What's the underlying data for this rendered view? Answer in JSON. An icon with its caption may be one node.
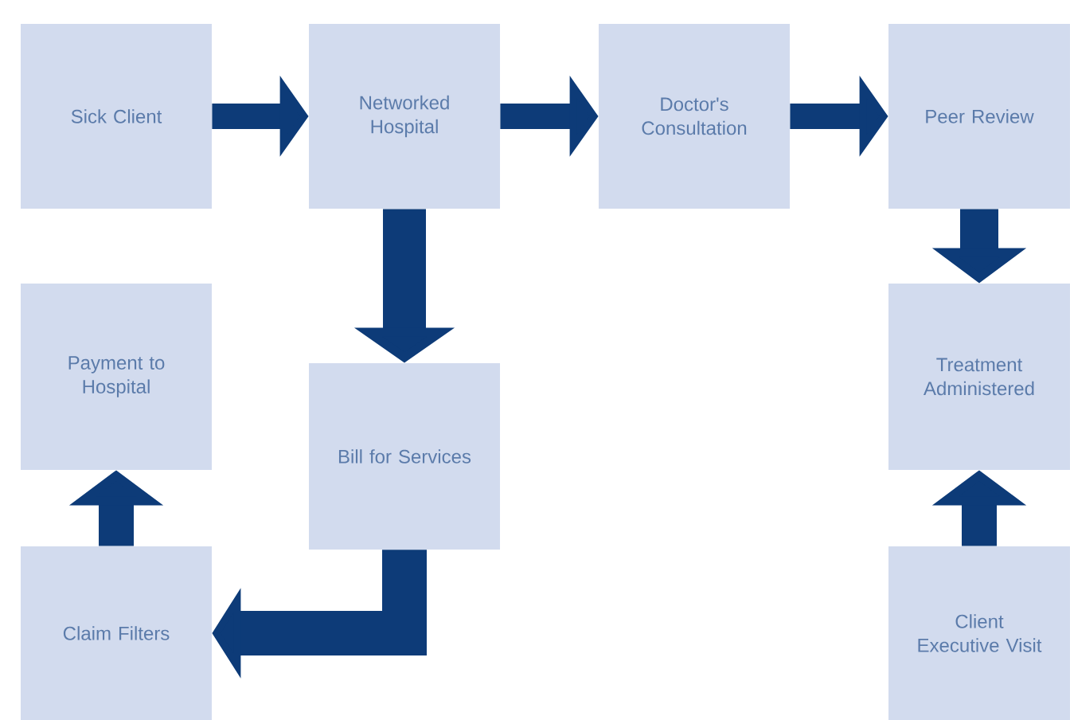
{
  "diagram": {
    "nodes": [
      {
        "text": [
          "Sick Client"
        ]
      },
      {
        "text": [
          "Networked Hospital"
        ]
      },
      {
        "text": [
          "Doctor's Consultation"
        ]
      },
      {
        "text": [
          "Peer Review"
        ]
      },
      {
        "text": [
          "Payment to Hospital"
        ]
      },
      {
        "text": [
          "Bill for Services"
        ]
      },
      {
        "text": [
          "Treatment Administered"
        ]
      },
      {
        "text": [
          "Claim Filters"
        ]
      },
      {
        "text": [
          "Client Executive Visit"
        ]
      }
    ],
    "edges": [
      {
        "from": 0,
        "to": 1,
        "arrow": "to"
      },
      {
        "from": 1,
        "to": 2,
        "arrow": "to"
      },
      {
        "from": 2,
        "to": 3,
        "arrow": "to"
      },
      {
        "from": 3,
        "to": 6,
        "arrow": "to"
      },
      {
        "from": 1,
        "to": 5,
        "arrow": "to"
      },
      {
        "from": 5,
        "to": 7,
        "arrow": "to"
      },
      {
        "from": 7,
        "to": 4,
        "arrow": "to"
      },
      {
        "from": 8,
        "to": 6,
        "arrow": "to"
      }
    ]
  }
}
